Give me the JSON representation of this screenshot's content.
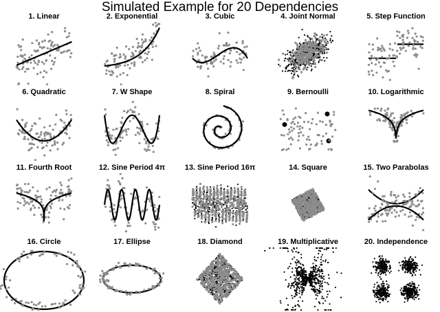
{
  "chart_data": {
    "type": "scatter",
    "title": "Simulated Example for 20 Dependencies",
    "layout": {
      "rows": 4,
      "cols": 5,
      "axes": "none"
    },
    "colors": {
      "points_gray": "#8c8c8c",
      "points_black": "#000000",
      "curve": "#000000"
    },
    "panels": [
      {
        "id": 1,
        "title": "1. Linear",
        "shape": "linear",
        "curve": "line y=x",
        "noise": "high"
      },
      {
        "id": 2,
        "title": "2. Exponential",
        "shape": "exponential",
        "curve": "y=exp(x)"
      },
      {
        "id": 3,
        "title": "3. Cubic",
        "shape": "cubic",
        "curve": "y=x^3 cubic"
      },
      {
        "id": 4,
        "title": "4. Joint Normal",
        "shape": "joint_normal",
        "correlation": "positive",
        "points": "black+gray"
      },
      {
        "id": 5,
        "title": "5. Step Function",
        "shape": "step",
        "curve": "two horizontal steps"
      },
      {
        "id": 6,
        "title": "6. Quadratic",
        "shape": "quadratic",
        "curve": "y=x^2"
      },
      {
        "id": 7,
        "title": "7. W Shape",
        "shape": "w_shape",
        "curve": "W-shaped"
      },
      {
        "id": 8,
        "title": "8. Spiral",
        "shape": "spiral",
        "curve": "spiral"
      },
      {
        "id": 9,
        "title": "9. Bernoulli",
        "shape": "bernoulli",
        "highlight_points": 3
      },
      {
        "id": 10,
        "title": "10. Logarithmic",
        "shape": "logarithmic",
        "curve": "y=log|x|"
      },
      {
        "id": 11,
        "title": "11. Fourth Root",
        "shape": "fourth_root",
        "curve": "y=|x|^(1/4)"
      },
      {
        "id": 12,
        "title": "12. Sine Period 4π",
        "shape": "sine4",
        "curve": "sine, 4 periods"
      },
      {
        "id": 13,
        "title": "13. Sine Period 16π",
        "shape": "sine16",
        "curve": "sine, 16 periods"
      },
      {
        "id": 14,
        "title": "14. Square",
        "shape": "square",
        "rotation": "rotated uniform square"
      },
      {
        "id": 15,
        "title": "15. Two Parabolas",
        "shape": "two_parabolas",
        "curve": "y=±x^2"
      },
      {
        "id": 16,
        "title": "16. Circle",
        "shape": "circle",
        "curve": "circle"
      },
      {
        "id": 17,
        "title": "17. Ellipse",
        "shape": "ellipse",
        "curve": "ellipse"
      },
      {
        "id": 18,
        "title": "18. Diamond",
        "shape": "diamond",
        "points": "black+gray"
      },
      {
        "id": 19,
        "title": "19. Multiplicative",
        "shape": "multiplicative",
        "points": "black"
      },
      {
        "id": 20,
        "title": "20. Independence",
        "shape": "independence",
        "clusters": 4,
        "points": "black"
      }
    ]
  }
}
